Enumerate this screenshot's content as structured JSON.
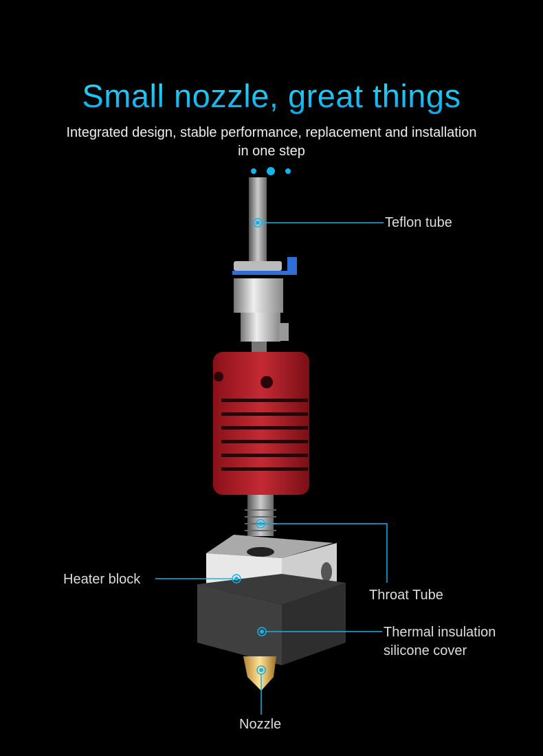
{
  "header": {
    "title": "Small nozzle, great things",
    "subtitle": "Integrated design, stable performance, replacement and installation in one step"
  },
  "callouts": {
    "teflon_tube": "Teflon tube",
    "throat_tube": "Throat Tube",
    "heater_block": "Heater block",
    "thermal_cover_line1": "Thermal insulation",
    "thermal_cover_line2": "silicone cover",
    "nozzle": "Nozzle"
  },
  "colors": {
    "accent": "#12b4ee",
    "heatsink": "#b3202a",
    "background": "#000000"
  }
}
